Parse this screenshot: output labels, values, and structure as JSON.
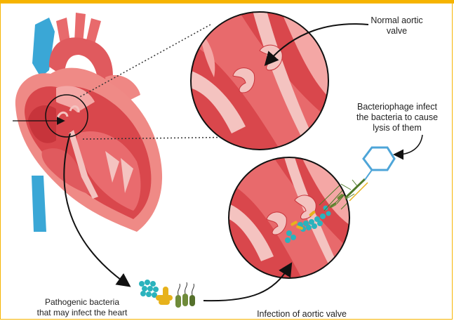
{
  "labels": {
    "normal_valve": "Normal aortic\nvalve",
    "bacteriophage": "Bacteriophage infect\nthe bacteria to cause\nlysis of them",
    "pathogenic": "Pathogenic bacteria\nthat may infect the heart",
    "infection": "Infection of  aortic valve"
  },
  "colors": {
    "frame": "#f6b400",
    "heart_dark": "#d9474c",
    "heart_mid": "#e86a6c",
    "heart_light": "#f4a7a5",
    "vessel_blue": "#3aa7d6",
    "phage_blue": "#4ea5d8",
    "bacteria_teal": "#2bb3bd",
    "bacteria_yellow": "#e7b21c",
    "bacteria_green": "#6f8b3a"
  }
}
